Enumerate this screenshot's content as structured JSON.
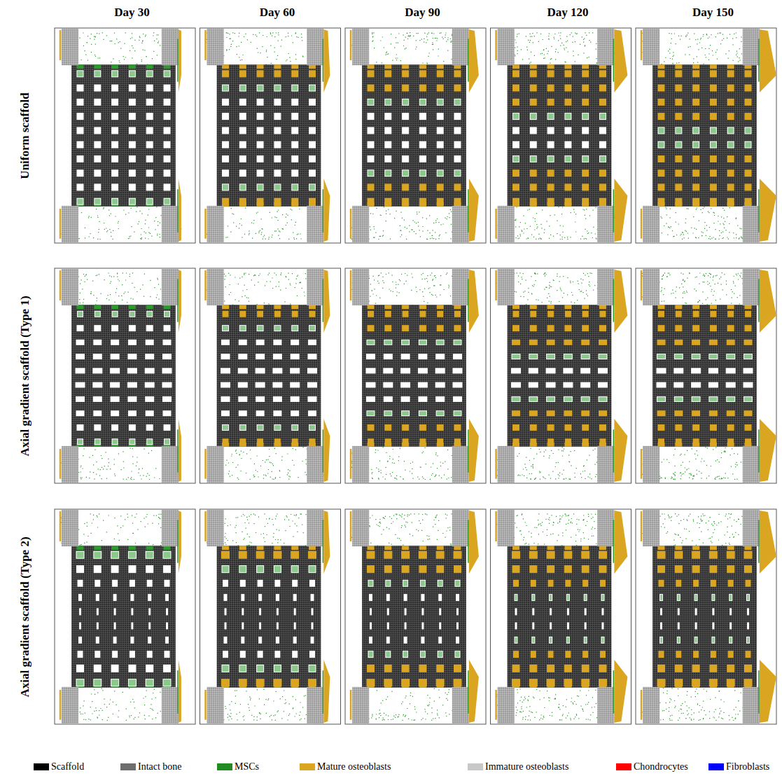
{
  "diagram": {
    "labels": [
      "Day 30",
      "Day 60",
      "Day 90",
      "Day 120",
      "Day 150",
      "Uniform scaffold",
      "Axial gradient scaffold (Type 1)",
      "Axial gradient scaffold (Type 2)"
    ],
    "legend": [
      {
        "text": "Scaffold",
        "color": "#000000"
      },
      {
        "text": "Intact bone",
        "color": "#6e6e6e"
      },
      {
        "text": "MSCs",
        "color": "#228b22"
      },
      {
        "text": "Mature osteoblasts",
        "color": "#daa520"
      },
      {
        "text": "Immature osteoblasts",
        "color": "#c8c8c8"
      },
      {
        "text": "Chondrocytes",
        "color": "#ff0000"
      },
      {
        "text": "Fibroblasts",
        "color": "#0000ff"
      }
    ]
  }
}
